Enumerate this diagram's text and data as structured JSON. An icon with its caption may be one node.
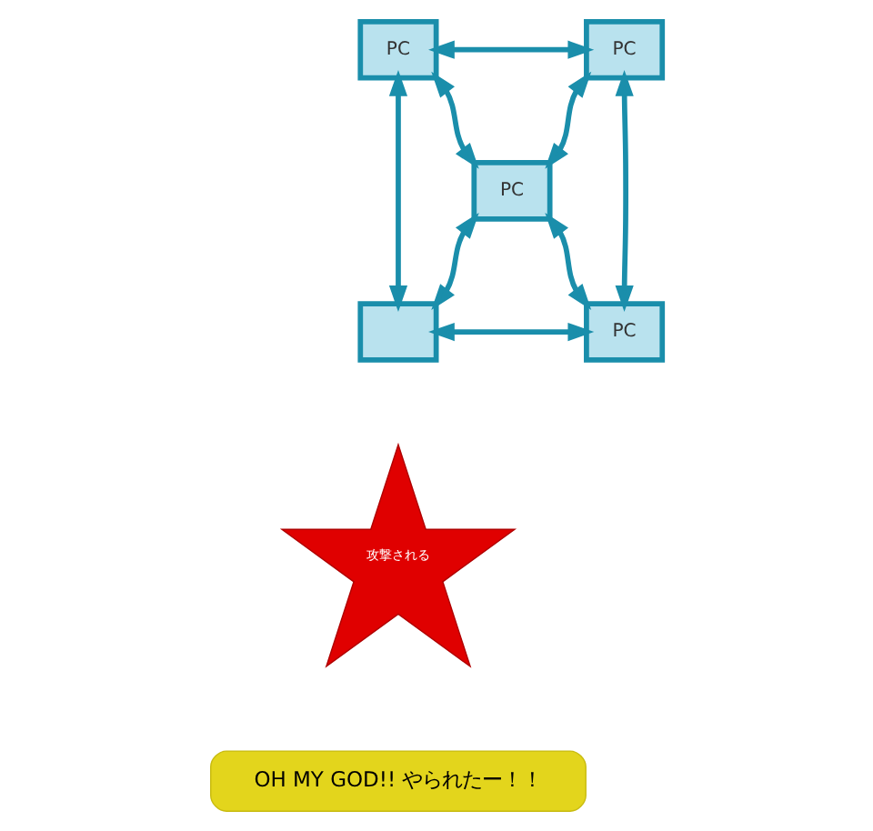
{
  "diagram": {
    "nodes": [
      {
        "text": [
          "PC"
        ]
      },
      {
        "text": [
          "PC"
        ]
      },
      {
        "text": [
          "PC"
        ]
      },
      {
        "text": [],
        "shape": "box"
      },
      {
        "text": [
          "PC"
        ]
      },
      {
        "text": [
          "攻撃される"
        ]
      },
      {
        "text": [
          "OH MY GOD!! やられたー！！"
        ]
      }
    ],
    "edges": [
      {
        "from": 0,
        "to": 1,
        "arrow": "both"
      },
      {
        "from": 0,
        "to": 2,
        "arrow": "both"
      },
      {
        "from": 1,
        "to": 2,
        "arrow": "both"
      },
      {
        "from": 0,
        "to": 3,
        "arrow": "both"
      },
      {
        "from": 1,
        "to": 4,
        "arrow": "both"
      },
      {
        "from": 2,
        "to": 3,
        "arrow": "both"
      },
      {
        "from": 2,
        "to": 4,
        "arrow": "both"
      },
      {
        "from": 3,
        "to": 4,
        "arrow": "both"
      }
    ]
  }
}
